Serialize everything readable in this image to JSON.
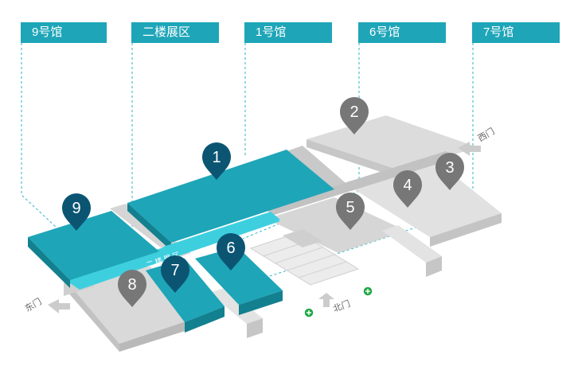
{
  "hall_labels": {
    "hall9": "9号馆",
    "floor2": "二楼展区",
    "hall1": "1号馆",
    "hall6": "6号馆",
    "hall7": "7号馆"
  },
  "corridor_label": "二 楼 展 区",
  "gates": {
    "east": "东门",
    "west": "西门",
    "north": "北门"
  },
  "pins": [
    "1",
    "2",
    "3",
    "4",
    "5",
    "6",
    "7",
    "8",
    "9"
  ],
  "colors": {
    "teal": "#1ea5b8",
    "teal_dark": "#13808f",
    "cyan_light": "#3ecfdf",
    "navy_pin": "#0b5573",
    "grey_pin": "#777777",
    "grey_top": "#dcdcdc",
    "grey_side": "#bdbdbd"
  }
}
